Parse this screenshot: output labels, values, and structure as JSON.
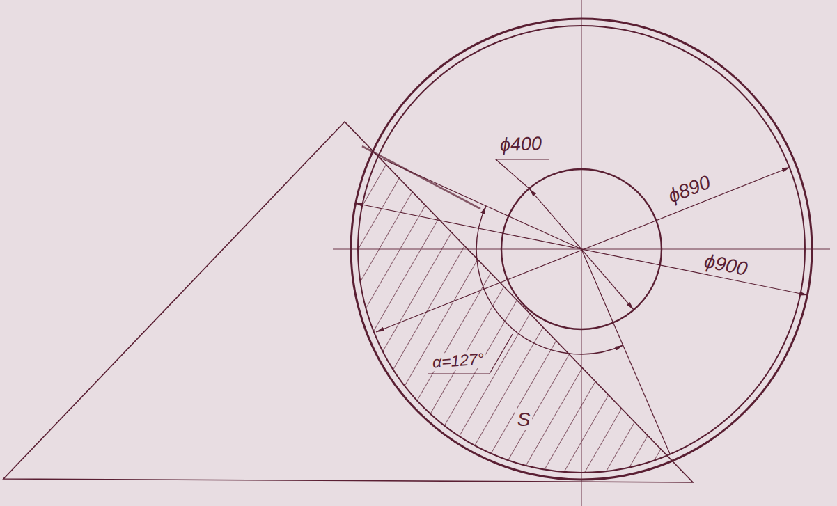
{
  "diagram": {
    "labels": [
      "ϕ400",
      "ϕ890",
      "ϕ900",
      "α=127°",
      "S"
    ]
  }
}
